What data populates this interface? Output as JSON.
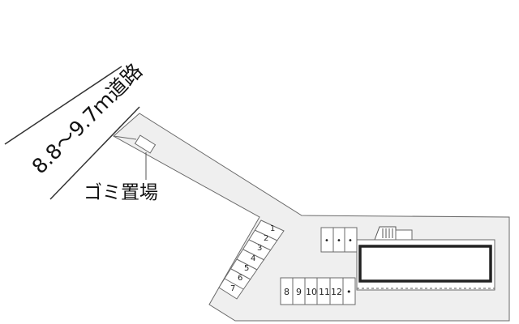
{
  "road": {
    "label": "8.8〜9.7ｍ道路"
  },
  "garbage": {
    "label": "ゴミ置場"
  },
  "parking_diagonal": {
    "labels": [
      "1",
      "2",
      "3",
      "4",
      "5",
      "6",
      "7"
    ]
  },
  "parking_horizontal": {
    "labels": [
      "8",
      "9",
      "10",
      "11",
      "12",
      "•"
    ]
  },
  "bike_slots": {
    "labels": [
      "•",
      "•",
      "•"
    ]
  },
  "colors": {
    "lot_fill": "#efefef",
    "lines": "#6a6a6a",
    "building": "#222222"
  }
}
